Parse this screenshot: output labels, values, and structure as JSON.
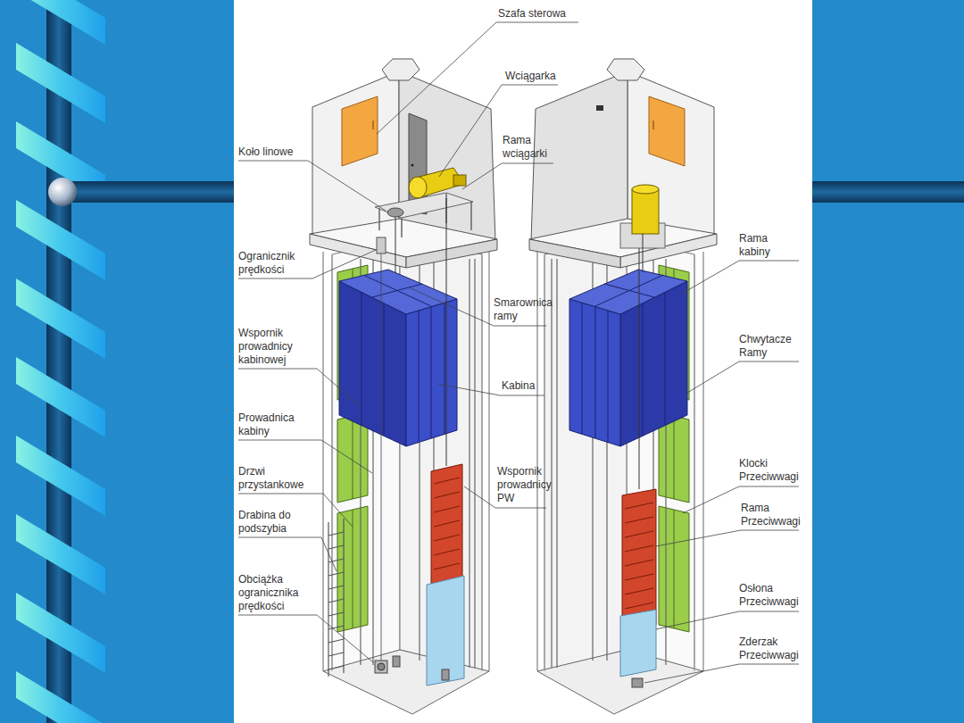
{
  "diagram": {
    "labels": [
      "Szafa sterowa",
      "Wciągarka",
      "Rama wciągarki",
      "Koło linowe",
      "Ogranicznik prędkości",
      "Smarownica ramy",
      "Wspornik prowadnicy kabinowej",
      "Kabina",
      "Prowadnica kabiny",
      "Drzwi przystankowe",
      "Wspornik prowadnicy PW",
      "Drabina do podszybia",
      "Obciążka ogranicznika prędkości",
      "Rama kabiny",
      "Chwytacze Ramy",
      "Klocki Przeciwwagi",
      "Rama Przeciwwagi",
      "Osłona Przeciwwagi",
      "Zderzak Przeciwwagi"
    ]
  }
}
